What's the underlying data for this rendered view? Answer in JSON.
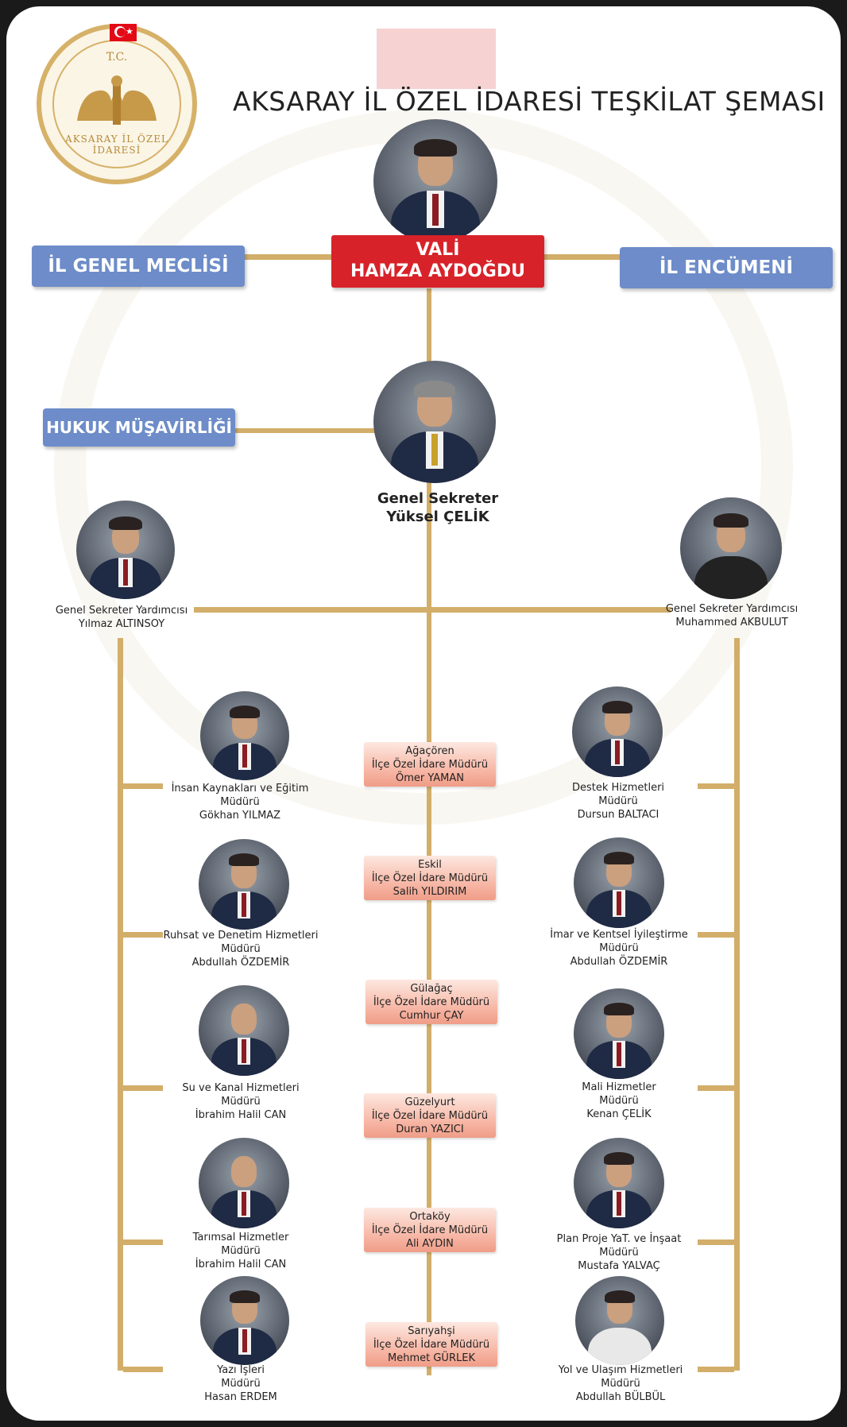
{
  "title": "AKSARAY İL ÖZEL İDARESİ TEŞKİLAT ŞEMASI",
  "logo": {
    "top_text": "T.C.",
    "ring_text": "AKSARAY İL ÖZEL İDARESİ"
  },
  "colors": {
    "line": "#d2ae6a",
    "blue_box": "#6d8cc9",
    "red_box": "#d8222a",
    "district_box": "#f6b2a0"
  },
  "boxes": {
    "il_genel_meclisi": "İL GENEL MECLİSİ",
    "il_encumeni": "İL ENCÜMENİ",
    "hukuk_musavirligi": "HUKUK MÜŞAVİRLİĞİ",
    "vali_title": "VALİ",
    "vali_name": "HAMZA AYDOĞDU"
  },
  "genel_sekreter": {
    "title": "Genel Sekreter",
    "name": "Yüksel ÇELİK"
  },
  "assistants": [
    {
      "title": "Genel Sekreter Yardımcısı",
      "name": "Yılmaz ALTINSOY"
    },
    {
      "title": "Genel Sekreter Yardımcısı",
      "name": "Muhammed AKBULUT"
    }
  ],
  "left_departments": [
    {
      "line1": "İnsan Kaynakları ve Eğitim",
      "line2": "Müdürü",
      "name": "Gökhan YILMAZ"
    },
    {
      "line1": "Ruhsat ve Denetim Hizmetleri",
      "line2": "Müdürü",
      "name": "Abdullah ÖZDEMİR"
    },
    {
      "line1": "Su ve Kanal Hizmetleri",
      "line2": "Müdürü",
      "name": "İbrahim Halil CAN"
    },
    {
      "line1": "Tarımsal Hizmetler",
      "line2": "Müdürü",
      "name": "İbrahim Halil CAN"
    },
    {
      "line1": "Yazı İşleri",
      "line2": "Müdürü",
      "name": "Hasan ERDEM"
    }
  ],
  "right_departments": [
    {
      "line1": "Destek Hizmetleri",
      "line2": "Müdürü",
      "name": "Dursun BALTACI"
    },
    {
      "line1": "İmar ve Kentsel İyileştirme",
      "line2": "Müdürü",
      "name": "Abdullah ÖZDEMİR"
    },
    {
      "line1": "Mali Hizmetler",
      "line2": "Müdürü",
      "name": "Kenan ÇELİK"
    },
    {
      "line1": "Plan Proje YaT. ve İnşaat",
      "line2": "Müdürü",
      "name": "Mustafa YALVAÇ"
    },
    {
      "line1": "Yol ve Ulaşım Hizmetleri",
      "line2": "Müdürü",
      "name": "Abdullah BÜLBÜL"
    }
  ],
  "districts": [
    {
      "district": "Ağaçören",
      "role": "İlçe Özel İdare Müdürü",
      "name": "Ömer YAMAN"
    },
    {
      "district": "Eskil",
      "role": "İlçe Özel İdare Müdürü",
      "name": "Salih YILDIRIM"
    },
    {
      "district": "Gülağaç",
      "role": "İlçe Özel İdare Müdürü",
      "name": "Cumhur ÇAY"
    },
    {
      "district": "Güzelyurt",
      "role": "İlçe Özel İdare Müdürü",
      "name": "Duran YAZICI"
    },
    {
      "district": "Ortaköy",
      "role": "İlçe Özel İdare Müdürü",
      "name": "Ali AYDIN"
    },
    {
      "district": "Sarıyahşi",
      "role": "İlçe Özel İdare Müdürü",
      "name": "Mehmet GÜRLEK"
    }
  ]
}
